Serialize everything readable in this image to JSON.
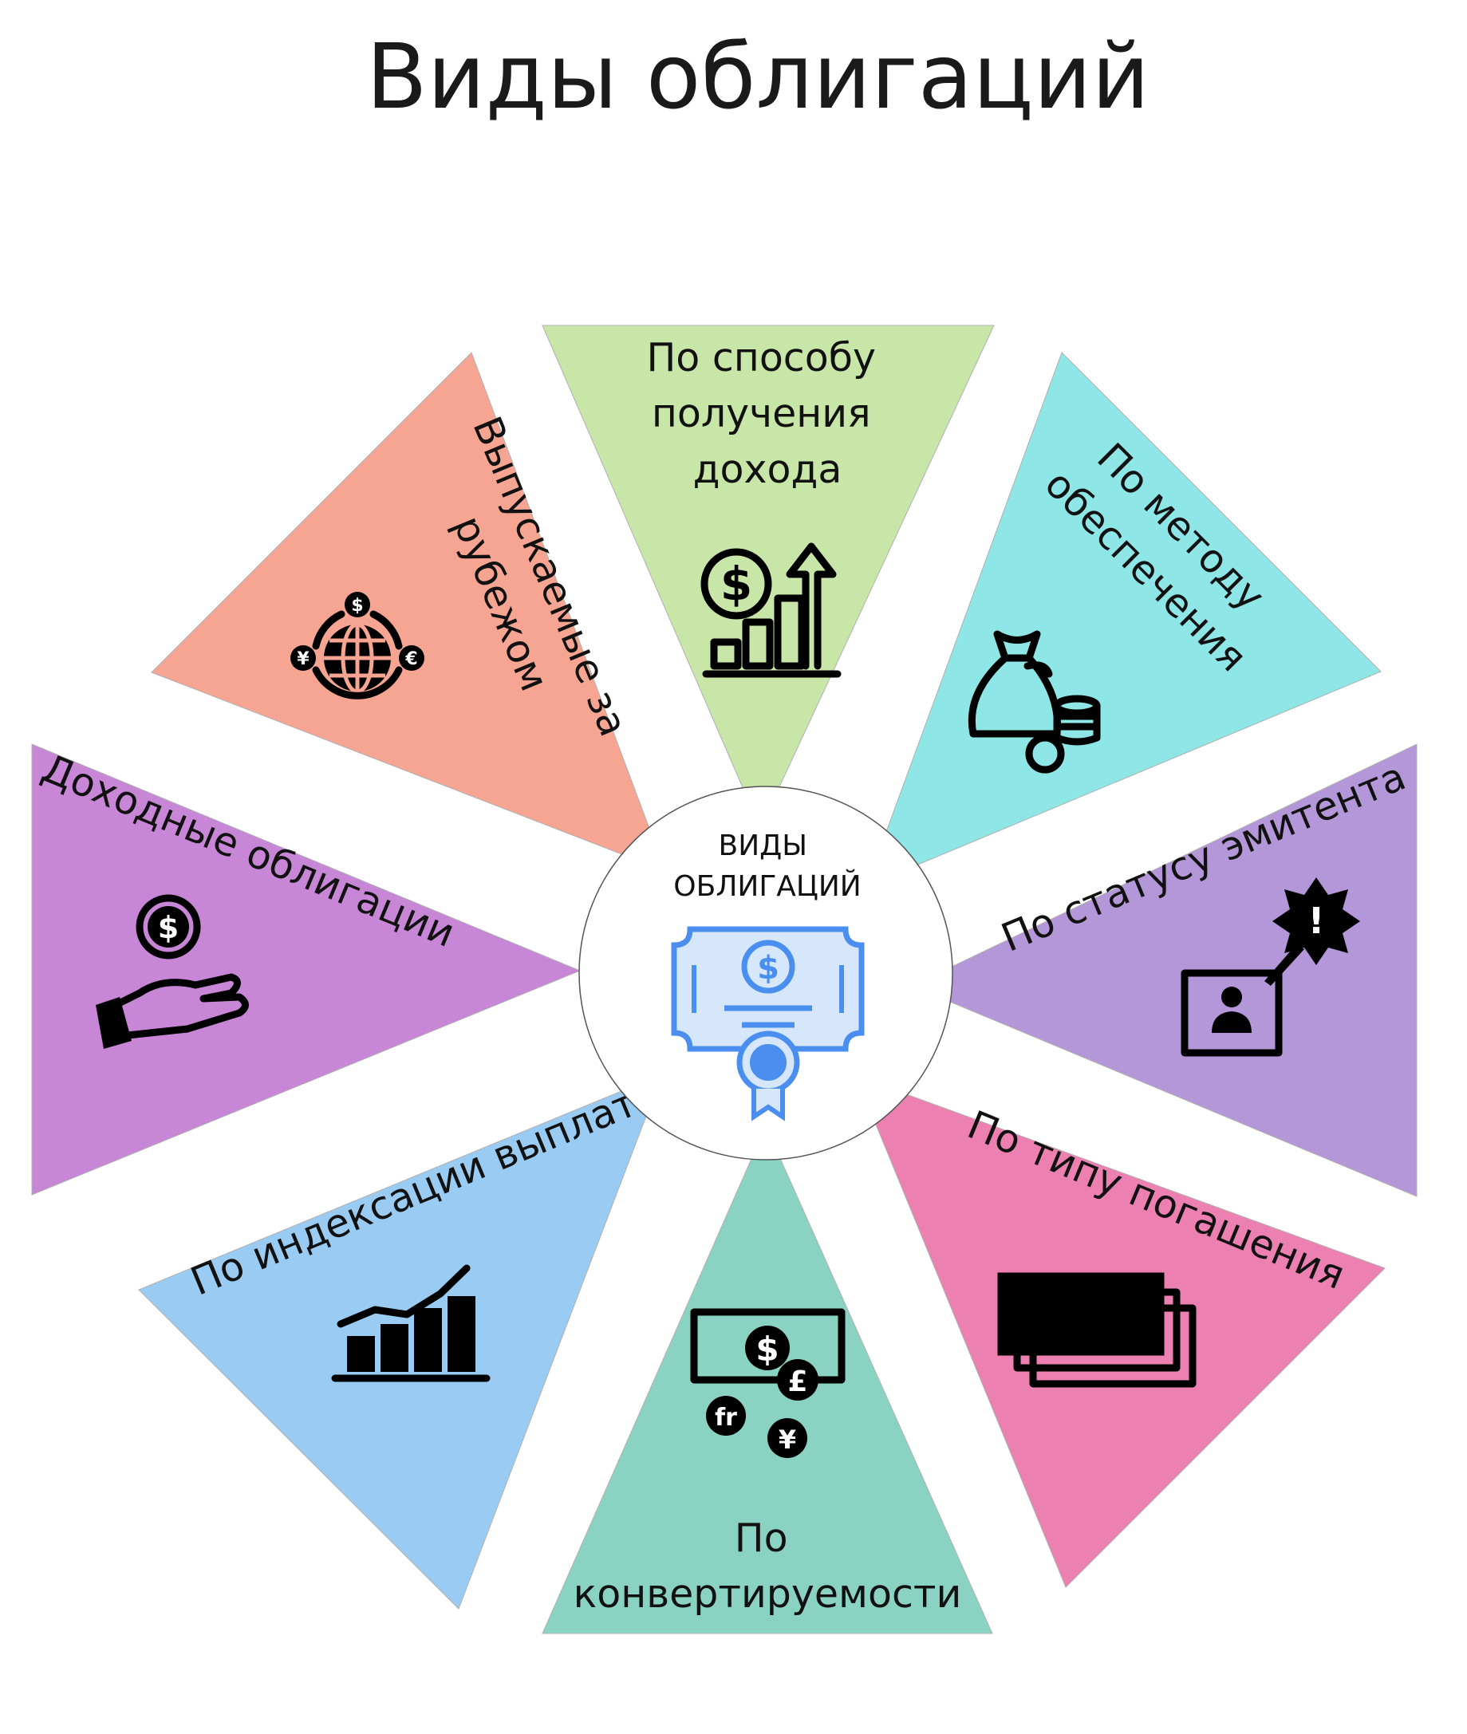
{
  "title": "Виды облигаций",
  "center": {
    "label_lines": [
      "ВИДЫ",
      "ОБЛИГАЦИЙ"
    ],
    "icon": "bond-certificate-icon",
    "icon_color": "#4a8ef0",
    "icon_fill": "#d6e6fb"
  },
  "segments": [
    {
      "id": "income-method",
      "label_lines": [
        "По способу",
        "получения",
        "дохода"
      ],
      "color": "#c8e6a8",
      "icon": "dollar-growth-chart-icon"
    },
    {
      "id": "security-method",
      "label_lines": [
        "По методу",
        "обеспечения"
      ],
      "color": "#8ee6e6",
      "icon": "money-bag-coins-icon"
    },
    {
      "id": "issuer-status",
      "label_lines": [
        "По статусу эмитента"
      ],
      "color": "#b497d8",
      "icon": "issuer-alert-icon"
    },
    {
      "id": "redemption-type",
      "label_lines": [
        "По типу погашения"
      ],
      "color": "#ec80b0",
      "icon": "banknotes-stack-icon"
    },
    {
      "id": "convertibility",
      "label_lines": [
        "По",
        "конвертируемости"
      ],
      "color": "#8ad3c2",
      "icon": "currency-exchange-icon"
    },
    {
      "id": "payment-indexation",
      "label_lines": [
        "По индексации выплат"
      ],
      "color": "#9accf3",
      "icon": "bar-chart-trend-icon"
    },
    {
      "id": "income-bonds",
      "label_lines": [
        "Доходные облигации"
      ],
      "color": "#c886d6",
      "icon": "hand-dollar-coin-icon"
    },
    {
      "id": "issued-abroad",
      "label_lines": [
        "Выпускаемые за",
        "рубежом"
      ],
      "color": "#f6a593",
      "icon": "globe-currencies-icon"
    }
  ]
}
